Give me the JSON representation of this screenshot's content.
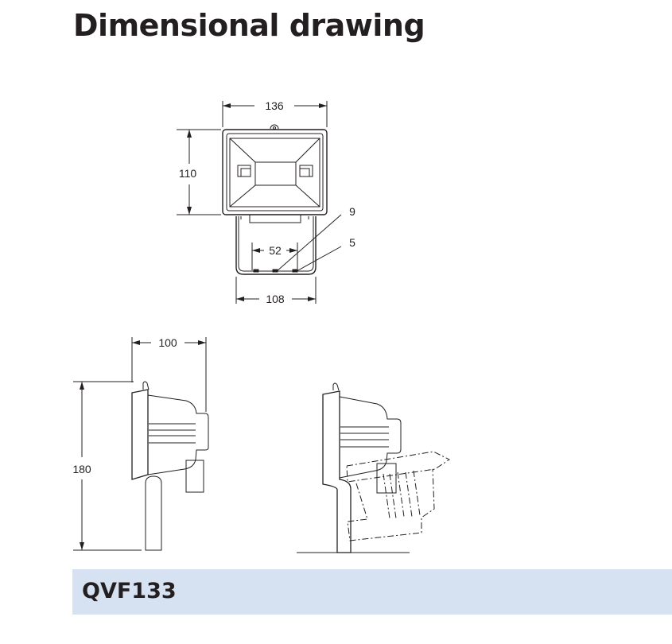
{
  "page_title": "Dimensional drawing",
  "product_code": "QVF133",
  "dimensions": {
    "front_width": "136",
    "front_height": "110",
    "bracket_width": "108",
    "hole_spacing": "52",
    "hole_large": "9",
    "hole_small": "5",
    "depth": "100",
    "total_height": "180"
  }
}
